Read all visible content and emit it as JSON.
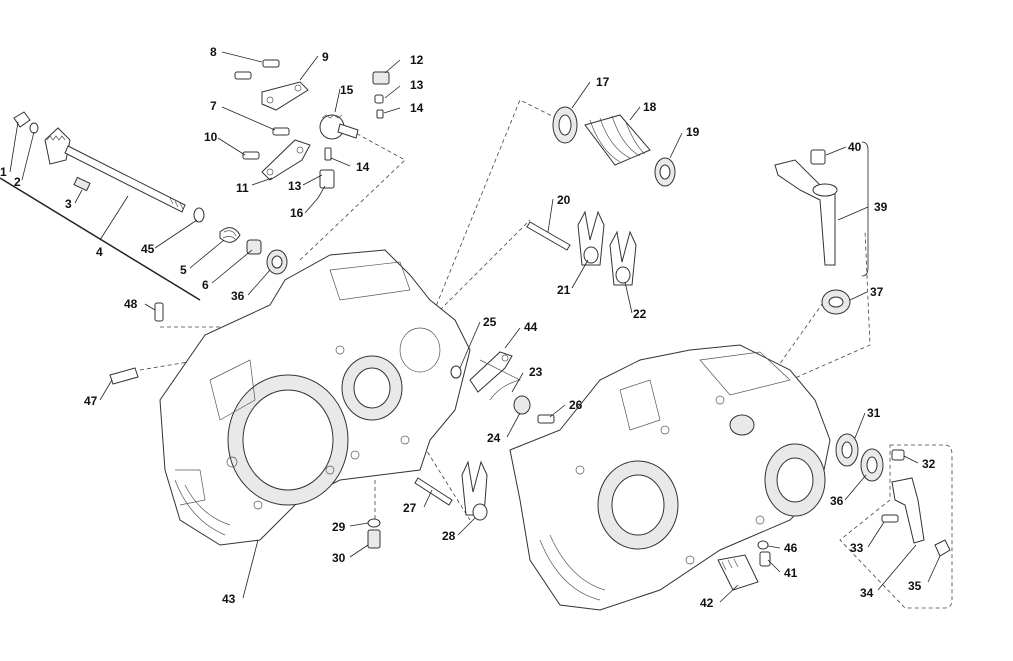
{
  "diagram": {
    "colors": {
      "ink": "#222222",
      "fill": "#ffffff",
      "shade": "#e9e9e9"
    },
    "callouts": [
      {
        "id": "c1",
        "text": "1"
      },
      {
        "id": "c2",
        "text": "2"
      },
      {
        "id": "c3",
        "text": "3"
      },
      {
        "id": "c4",
        "text": "4"
      },
      {
        "id": "c5",
        "text": "5"
      },
      {
        "id": "c6",
        "text": "6"
      },
      {
        "id": "c7",
        "text": "7"
      },
      {
        "id": "c8",
        "text": "8"
      },
      {
        "id": "c9",
        "text": "9"
      },
      {
        "id": "c10",
        "text": "10"
      },
      {
        "id": "c11",
        "text": "11"
      },
      {
        "id": "c12",
        "text": "12"
      },
      {
        "id": "c13a",
        "text": "13"
      },
      {
        "id": "c13b",
        "text": "13"
      },
      {
        "id": "c14a",
        "text": "14"
      },
      {
        "id": "c14b",
        "text": "14"
      },
      {
        "id": "c15",
        "text": "15"
      },
      {
        "id": "c16",
        "text": "16"
      },
      {
        "id": "c17",
        "text": "17"
      },
      {
        "id": "c18",
        "text": "18"
      },
      {
        "id": "c19",
        "text": "19"
      },
      {
        "id": "c20",
        "text": "20"
      },
      {
        "id": "c21",
        "text": "21"
      },
      {
        "id": "c22",
        "text": "22"
      },
      {
        "id": "c23",
        "text": "23"
      },
      {
        "id": "c24",
        "text": "24"
      },
      {
        "id": "c25",
        "text": "25"
      },
      {
        "id": "c26",
        "text": "26"
      },
      {
        "id": "c27",
        "text": "27"
      },
      {
        "id": "c28",
        "text": "28"
      },
      {
        "id": "c29",
        "text": "29"
      },
      {
        "id": "c30",
        "text": "30"
      },
      {
        "id": "c31",
        "text": "31"
      },
      {
        "id": "c32",
        "text": "32"
      },
      {
        "id": "c33",
        "text": "33"
      },
      {
        "id": "c34",
        "text": "34"
      },
      {
        "id": "c35",
        "text": "35"
      },
      {
        "id": "c36a",
        "text": "36"
      },
      {
        "id": "c36b",
        "text": "36"
      },
      {
        "id": "c37",
        "text": "37"
      },
      {
        "id": "c39",
        "text": "39"
      },
      {
        "id": "c40",
        "text": "40"
      },
      {
        "id": "c41",
        "text": "41"
      },
      {
        "id": "c42",
        "text": "42"
      },
      {
        "id": "c43",
        "text": "43"
      },
      {
        "id": "c44",
        "text": "44"
      },
      {
        "id": "c45",
        "text": "45"
      },
      {
        "id": "c46",
        "text": "46"
      },
      {
        "id": "c47",
        "text": "47"
      },
      {
        "id": "c48",
        "text": "48"
      }
    ]
  }
}
